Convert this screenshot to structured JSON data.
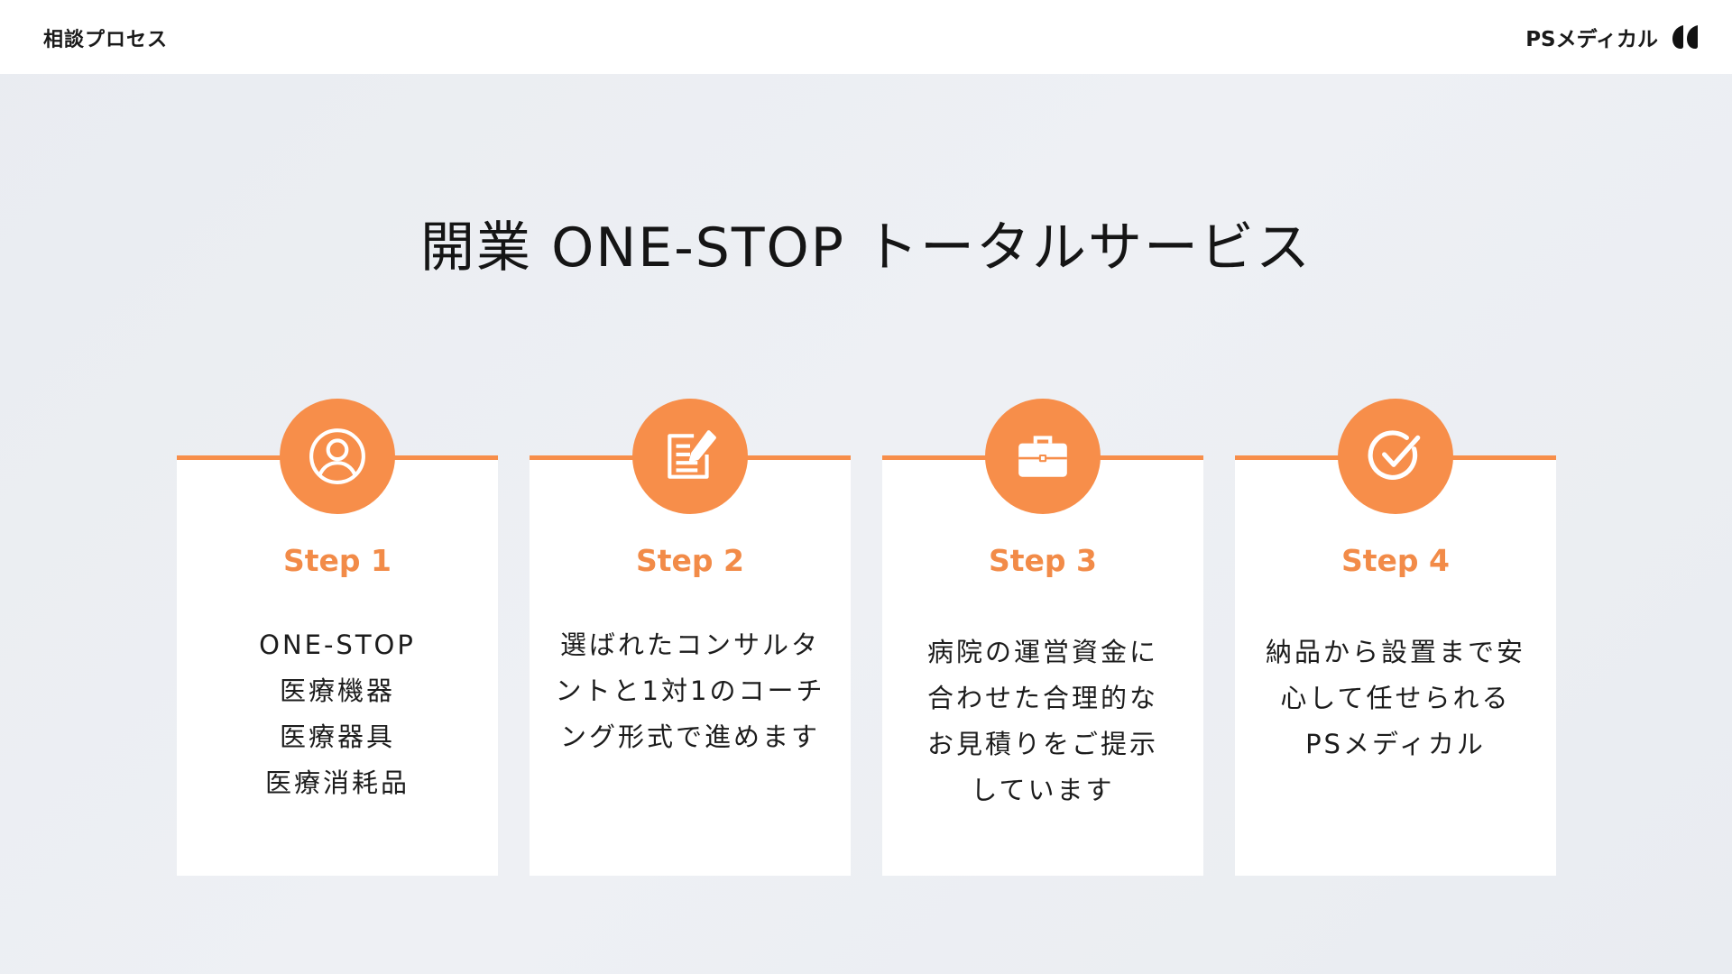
{
  "header": {
    "section_label": "相談プロセス",
    "brand_name": "PSメディカル",
    "brand_logo_icon": "quote-logo-icon"
  },
  "title": "開業 ONE-STOP トータルサービス",
  "colors": {
    "accent": "#f78e4a",
    "step_text": "#f28b48",
    "background": "#e9ecf1",
    "card": "#ffffff"
  },
  "steps": [
    {
      "icon": "user-circle-icon",
      "label": "Step 1",
      "lines": [
        "ONE-STOP",
        "医療機器",
        "医療器具",
        "医療消耗品"
      ]
    },
    {
      "icon": "edit-note-icon",
      "label": "Step 2",
      "lines": [
        "選ばれたコンサルタ",
        "ントと1対1のコーチ",
        "ング形式で進めます"
      ]
    },
    {
      "icon": "briefcase-icon",
      "label": "Step 3",
      "lines": [
        "病院の運営資金に",
        "合わせた合理的な",
        "お見積りをご提示",
        "しています"
      ]
    },
    {
      "icon": "check-circle-icon",
      "label": "Step 4",
      "lines": [
        "納品から設置まで安",
        "心して任せられる",
        "PSメディカル"
      ]
    }
  ]
}
